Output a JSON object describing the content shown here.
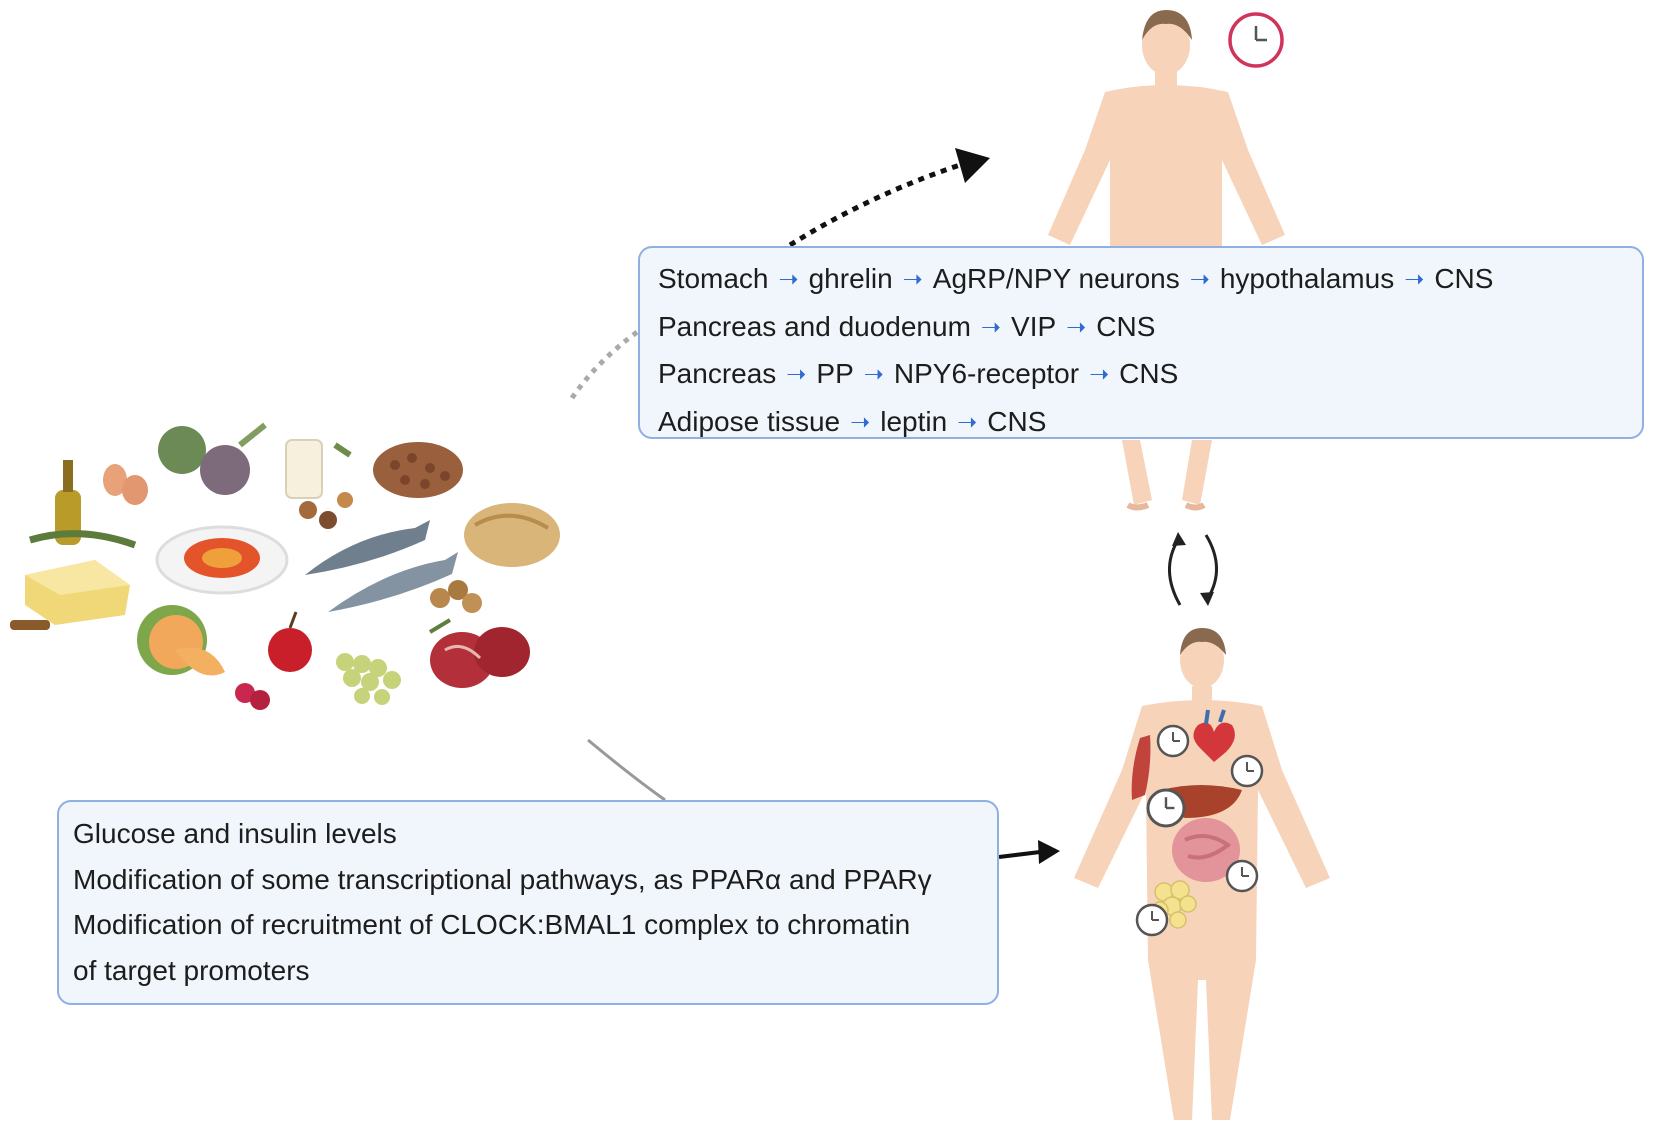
{
  "pathways_box": {
    "rows": [
      [
        "Stomach",
        "ghrelin",
        "AgRP/NPY neurons",
        "hypothalamus",
        "CNS"
      ],
      [
        "Pancreas and duodenum",
        "VIP",
        "CNS"
      ],
      [
        "Pancreas",
        "PP",
        "NPY6-receptor",
        "CNS"
      ],
      [
        "Adipose tissue",
        "leptin",
        "CNS"
      ]
    ]
  },
  "effects_box": {
    "lines": [
      "Glucose and insulin levels",
      "Modification of some transcriptional pathways, as PPARα and PPARγ",
      "Modification of recruitment of CLOCK:BMAL1 complex to chromatin",
      "of target promoters"
    ]
  },
  "colors": {
    "box_fill": "#f1f6fc",
    "box_border": "#8fb0e0",
    "pathway_arrow": "#2f6bd0",
    "skin": "#f6d3b9",
    "central_clock": "#d2335a"
  },
  "icons": {
    "food": "food-collage",
    "central_body": "human-body-central-clock",
    "peripheral_body": "human-body-peripheral-clocks",
    "clock": "clock-icon"
  }
}
